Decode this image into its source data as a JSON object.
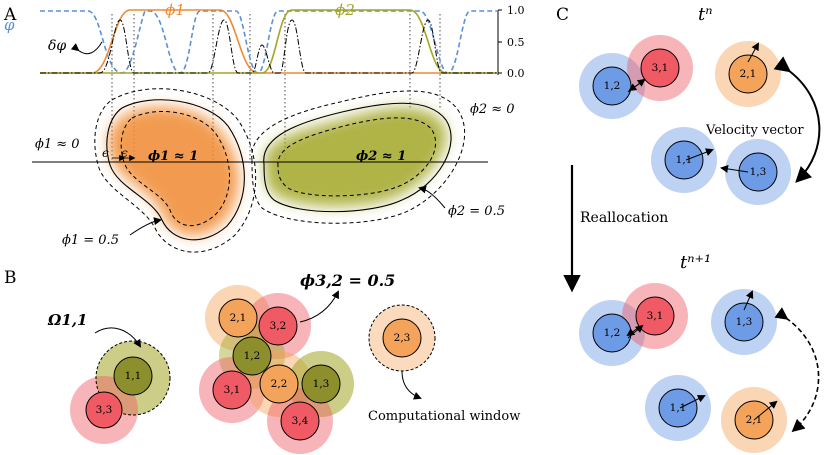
{
  "panels": {
    "a": "A",
    "b": "B",
    "c": "C"
  },
  "colors": {
    "phi1": "#f08a30",
    "phi2": "#a3a626",
    "varphi": "#5b8fd9",
    "particle_blue": "#6e9be6",
    "particle_red": "#ef5a64",
    "particle_orange": "#f4a35a",
    "particle_olive": "#8c8f2c"
  },
  "panel_a": {
    "legend_varphi": "φ",
    "legend_phi1": "ϕ1",
    "legend_phi2": "ϕ2",
    "delta": "δφ",
    "axis_ticks": [
      "1.0",
      "0.5",
      "0.0"
    ],
    "phi1_zero": "ϕ1 ≈ 0",
    "phi2_zero": "ϕ2 ≈ 0",
    "phi1_one": "ϕ1 ≈ 1",
    "phi2_one": "ϕ2 ≈ 1",
    "epsilon": "ϵ",
    "phi1_half": "ϕ1 = 0.5",
    "phi2_half": "ϕ2 = 0.5"
  },
  "panel_b": {
    "omega": "Ω1,1",
    "phi32": "ϕ3,2 = 0.5",
    "computational_window": "Computational window",
    "particles_left": [
      "1,1",
      "3,3"
    ],
    "particles_cluster": [
      "2,1",
      "3,2",
      "1,2",
      "3,1",
      "2,2",
      "1,3",
      "3,4"
    ],
    "particle_window": "2,3"
  },
  "panel_c": {
    "t_n": "tⁿ",
    "t_n1": "tⁿ⁺¹",
    "velocity_vector": "Velocity vector",
    "reallocation": "Reallocation",
    "top_particles": [
      "1,2",
      "3,1",
      "2,1",
      "1,1",
      "1,3"
    ],
    "bottom_particles": [
      "1,2",
      "3,1",
      "1,3",
      "1,1",
      "2,1"
    ]
  }
}
